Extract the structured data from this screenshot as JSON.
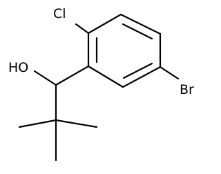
{
  "molecule": {
    "atoms": {
      "chlorine": "Cl",
      "hydroxyl": "HO",
      "bromine": "Br"
    },
    "colors": {
      "bond": "#000000",
      "label": "#000000",
      "background": "#ffffff"
    }
  }
}
